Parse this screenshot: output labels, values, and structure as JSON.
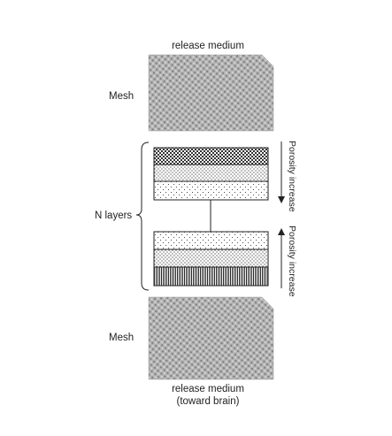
{
  "labels": {
    "top_medium": "release medium",
    "bottom_medium_line1": "release medium",
    "bottom_medium_line2": "(toward brain)",
    "mesh_top": "Mesh",
    "mesh_bottom": "Mesh",
    "n_layers": "N layers",
    "porosity_top": "Porosity increase",
    "porosity_bottom": "Porosity increase"
  },
  "colors": {
    "mesh_fill": "#a9a9a9",
    "line": "#222222",
    "layer_fill": "#ffffff"
  }
}
